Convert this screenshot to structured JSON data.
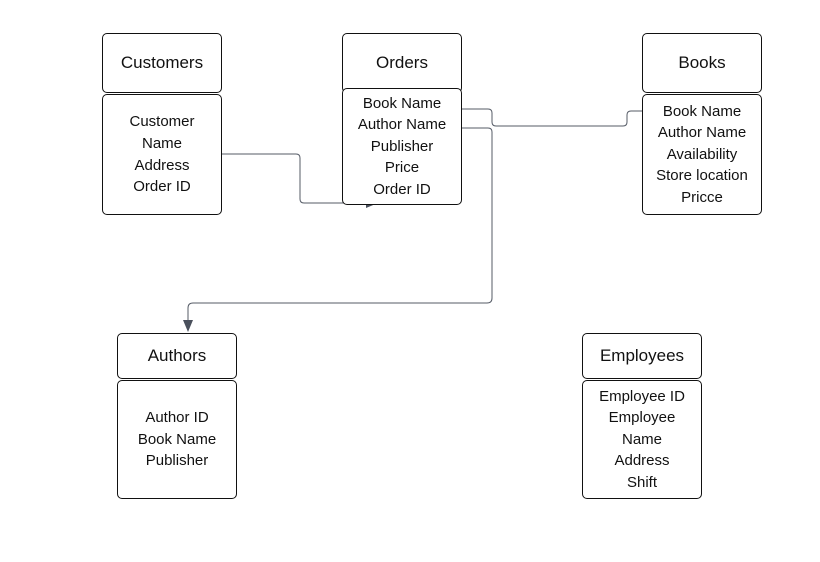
{
  "colors": {
    "border": "#111111",
    "connector": "#555b66",
    "arrowhead": "#4a505c",
    "background": "#ffffff"
  },
  "entities": {
    "customers": {
      "title": "Customers",
      "fields": [
        "Customer",
        "Name",
        "Address",
        "Order ID"
      ]
    },
    "orders": {
      "title": "Orders",
      "fields": [
        "Book Name",
        "Author Name",
        "Publisher",
        "Price",
        "Order ID"
      ]
    },
    "books": {
      "title": "Books",
      "fields": [
        "Book Name",
        "Author Name",
        "Availability",
        "Store location",
        "Pricce"
      ]
    },
    "authors": {
      "title": "Authors",
      "fields": [
        "Author ID",
        "Book Name",
        "Publisher"
      ]
    },
    "employees": {
      "title": "Employees",
      "fields": [
        "Employee ID",
        "Employee",
        "Name",
        "Address",
        "Shift"
      ]
    }
  },
  "connectors": [
    {
      "from": "customers",
      "to": "orders"
    },
    {
      "from": "orders",
      "to": "books"
    },
    {
      "from": "orders",
      "to": "authors"
    }
  ]
}
